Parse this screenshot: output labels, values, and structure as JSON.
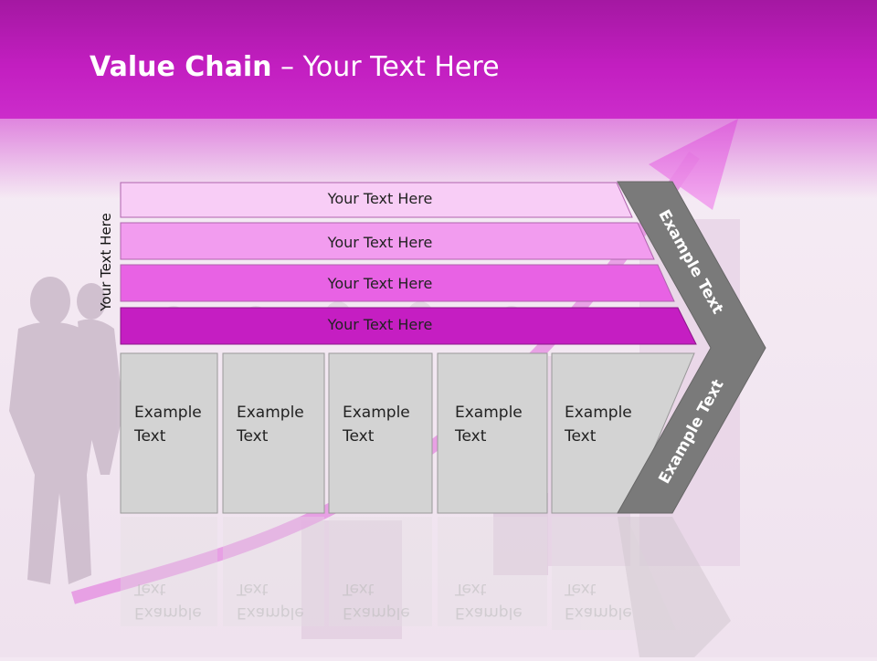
{
  "title": {
    "bold": "Value Chain",
    "rest": " – Your Text Here"
  },
  "side_label": "Your Text Here",
  "bands": [
    {
      "label": "Your Text Here",
      "color": "#f8cdf6"
    },
    {
      "label": "Your Text Here",
      "color": "#f29cef"
    },
    {
      "label": "Your Text Here",
      "color": "#e862e4"
    },
    {
      "label": "Your Text Here",
      "color": "#c51ec2"
    }
  ],
  "cells": [
    {
      "line1": "Example",
      "line2": "Text"
    },
    {
      "line1": "Example",
      "line2": "Text"
    },
    {
      "line1": "Example",
      "line2": "Text"
    },
    {
      "line1": "Example",
      "line2": "Text"
    },
    {
      "line1": "Example",
      "line2": "Text"
    }
  ],
  "arrow_labels": {
    "upper": "Example Text",
    "lower": "Example Text"
  },
  "colors": {
    "header": "#c21ec0",
    "cell": "#d3d3d3",
    "arrow": "#7a7a7a"
  }
}
